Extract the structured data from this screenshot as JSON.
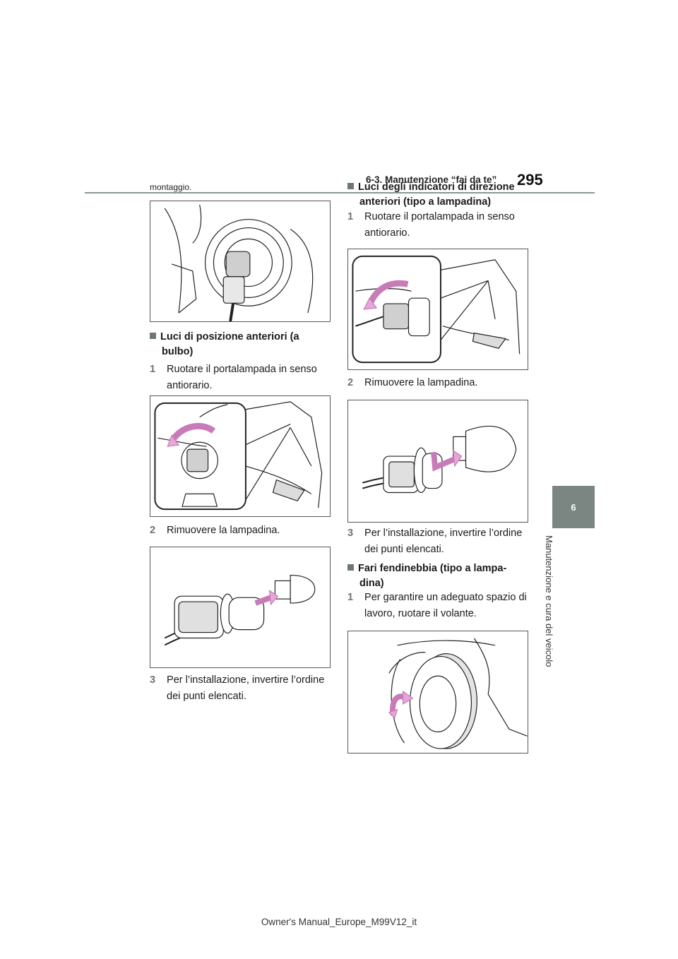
{
  "header": {
    "page_number": "295",
    "section_title": "6-3. Manutenzione “fai da te”"
  },
  "side_tab": {
    "chapter_number": "6",
    "chapter_label": "Manutenzione e cura del veicolo"
  },
  "footer": {
    "text": "Owner's Manual_Europe_M99V12_it"
  },
  "left_column": {
    "continued_text": "montaggio.",
    "section": {
      "heading_line1": "Luci di posizione anteriori (a",
      "heading_line2": "bulbo)",
      "steps": [
        {
          "num": "1",
          "line1": "Ruotare il portalampada in senso",
          "line2": "antiorario."
        },
        {
          "num": "2",
          "line1": "Rimuovere la lampadina.",
          "line2": ""
        },
        {
          "num": "3",
          "line1": "Per l’installazione, invertire l’ordine",
          "line2": "dei punti elencati."
        }
      ]
    }
  },
  "right_column": {
    "section1": {
      "heading_line1": "Luci degli indicatori di direzione",
      "heading_line2": "anteriori (tipo a lampadina)",
      "steps": [
        {
          "num": "1",
          "line1": "Ruotare il portalampada in senso",
          "line2": "antiorario."
        },
        {
          "num": "2",
          "line1": "Rimuovere la lampadina.",
          "line2": ""
        },
        {
          "num": "3",
          "line1": "Per l’installazione, invertire l’ordine",
          "line2": "dei punti elencati."
        }
      ]
    },
    "section2": {
      "heading_line1": "Fari fendinebbia (tipo a lampa-",
      "heading_line2": "dina)",
      "steps": [
        {
          "num": "1",
          "line1": "Per garantire un adeguato spazio di",
          "line2": "lavoro, ruotare il volante."
        }
      ]
    }
  },
  "colors": {
    "accent_gray": "#7b8581",
    "arrow_pink": "#e7a6d8"
  },
  "figures": [
    "bulb-socket-installation-illustration",
    "position-light-socket-rotate-illustration",
    "position-light-bulb-remove-illustration",
    "turn-signal-socket-rotate-illustration",
    "turn-signal-bulb-remove-illustration",
    "steering-wheel-turn-illustration"
  ]
}
